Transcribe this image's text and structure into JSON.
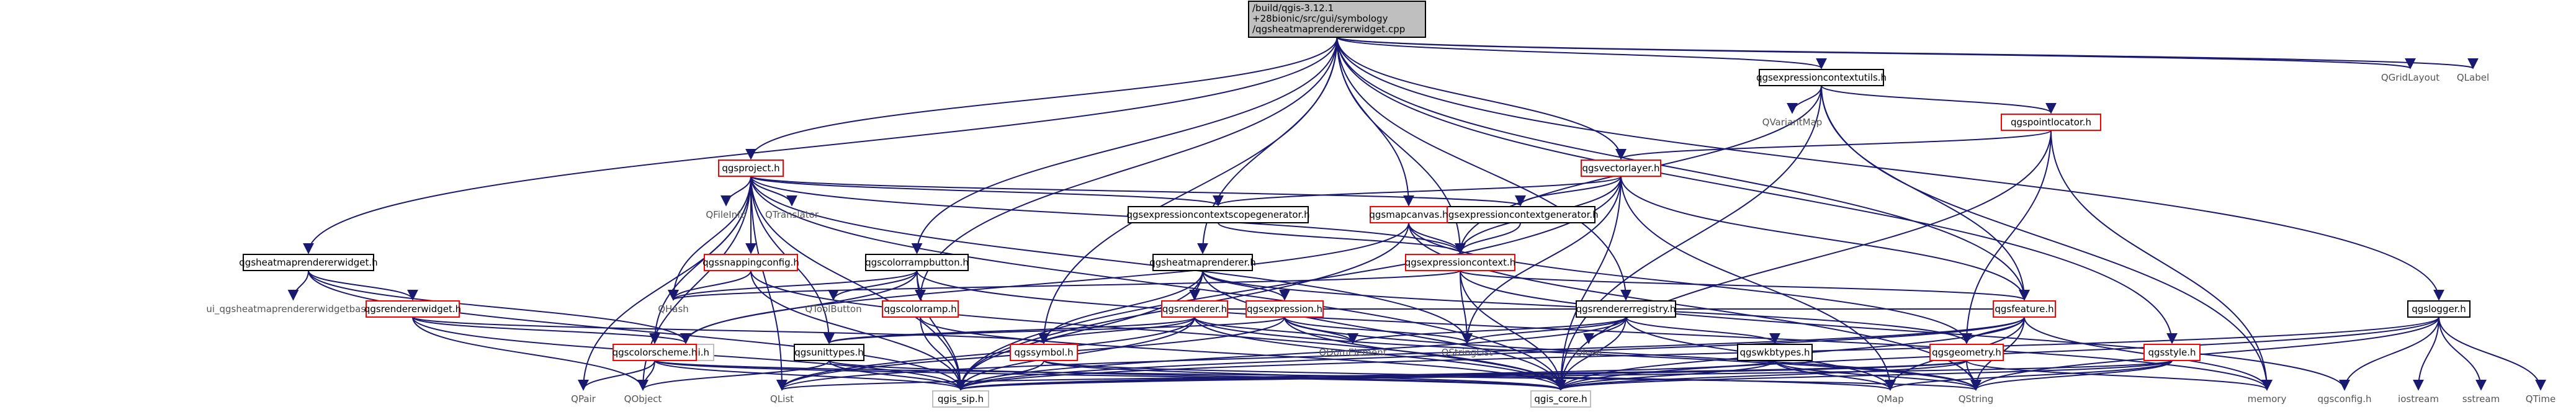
{
  "graph": {
    "root": {
      "id": "root",
      "lines": [
        "/build/qgis-3.12.1",
        "+28bionic/src/gui/symbology",
        "/qgsheatmaprendererwidget.cpp"
      ]
    },
    "nodes": [
      {
        "id": "qgsexpressioncontextutils",
        "label": "qgsexpressioncontextutils.h",
        "style": "plain"
      },
      {
        "id": "QGridLayout",
        "label": "QGridLayout",
        "style": "ext"
      },
      {
        "id": "QLabel",
        "label": "QLabel",
        "style": "ext"
      },
      {
        "id": "QVariantMap",
        "label": "QVariantMap",
        "style": "ext"
      },
      {
        "id": "qgspointlocator",
        "label": "qgspointlocator.h",
        "style": "red"
      },
      {
        "id": "qgsvectorlayer",
        "label": "qgsvectorlayer.h",
        "style": "red"
      },
      {
        "id": "qgsproject",
        "label": "qgsproject.h",
        "style": "red"
      },
      {
        "id": "QFileInfo",
        "label": "QFileInfo",
        "style": "ext"
      },
      {
        "id": "QTranslator",
        "label": "QTranslator",
        "style": "ext"
      },
      {
        "id": "qgsexpressioncontextscopegenerator",
        "label": "qgsexpressioncontextscopegenerator.h",
        "style": "plain"
      },
      {
        "id": "qgsexpressioncontextgenerator",
        "label": "qgsexpressioncontextgenerator.h",
        "style": "plain"
      },
      {
        "id": "qgsmapcanvas",
        "label": "qgsmapcanvas.h",
        "style": "red"
      },
      {
        "id": "qgsheatmaprendererwidget",
        "label": "qgsheatmaprendererwidget.h",
        "style": "plain"
      },
      {
        "id": "qgssnappingconfig",
        "label": "qgssnappingconfig.h",
        "style": "red"
      },
      {
        "id": "qgscolorrampbutton",
        "label": "qgscolorrampbutton.h",
        "style": "plain"
      },
      {
        "id": "qgsheatmaprenderer",
        "label": "qgsheatmaprenderer.h",
        "style": "plain"
      },
      {
        "id": "qgsexpressioncontext",
        "label": "qgsexpressioncontext.h",
        "style": "red"
      },
      {
        "id": "qgsrendererregistry",
        "label": "qgsrendererregistry.h",
        "style": "plain"
      },
      {
        "id": "qgsfeature",
        "label": "qgsfeature.h",
        "style": "red"
      },
      {
        "id": "qgslogger",
        "label": "qgslogger.h",
        "style": "plain"
      },
      {
        "id": "ui_qgsheatmaprendererwidgetbase",
        "label": "ui_qgsheatmaprendererwidgetbase.h",
        "style": "ext"
      },
      {
        "id": "qgsrendererwidget",
        "label": "qgsrendererwidget.h",
        "style": "red"
      },
      {
        "id": "QHash",
        "label": "QHash",
        "style": "ext"
      },
      {
        "id": "QToolButton",
        "label": "QToolButton",
        "style": "ext"
      },
      {
        "id": "qgscolorramp",
        "label": "qgscolorramp.h",
        "style": "red"
      },
      {
        "id": "qgsrenderer",
        "label": "qgsrenderer.h",
        "style": "red"
      },
      {
        "id": "qgsexpression",
        "label": "qgsexpression.h",
        "style": "red"
      },
      {
        "id": "QStringList",
        "label": "QStringList",
        "style": "ext"
      },
      {
        "id": "QIcon",
        "label": "QIcon",
        "style": "ext"
      },
      {
        "id": "QDomElement",
        "label": "QDomElement",
        "style": "ext"
      },
      {
        "id": "qgswkbtypes",
        "label": "qgswkbtypes.h",
        "style": "plain"
      },
      {
        "id": "qgsgeometry",
        "label": "qgsgeometry.h",
        "style": "red"
      },
      {
        "id": "qgsstyle",
        "label": "qgsstyle.h",
        "style": "red"
      },
      {
        "id": "qgis_gui",
        "label": "qgis_gui.h",
        "style": "grey"
      },
      {
        "id": "qgssymbol",
        "label": "qgssymbol.h",
        "style": "red"
      },
      {
        "id": "qgscolorscheme",
        "label": "qgscolorscheme.h",
        "style": "red"
      },
      {
        "id": "qgsunittypes",
        "label": "qgsunittypes.h",
        "style": "plain"
      },
      {
        "id": "QPair",
        "label": "QPair",
        "style": "ext"
      },
      {
        "id": "QObject",
        "label": "QObject",
        "style": "ext"
      },
      {
        "id": "QList",
        "label": "QList",
        "style": "ext"
      },
      {
        "id": "qgis_sip",
        "label": "qgis_sip.h",
        "style": "grey"
      },
      {
        "id": "qgis_core",
        "label": "qgis_core.h",
        "style": "grey"
      },
      {
        "id": "QMap",
        "label": "QMap",
        "style": "ext"
      },
      {
        "id": "QString",
        "label": "QString",
        "style": "ext"
      },
      {
        "id": "memory",
        "label": "memory",
        "style": "ext"
      },
      {
        "id": "qgsconfig",
        "label": "qgsconfig.h",
        "style": "ext"
      },
      {
        "id": "iostream",
        "label": "iostream",
        "style": "ext"
      },
      {
        "id": "sstream",
        "label": "sstream",
        "style": "ext"
      },
      {
        "id": "QTime",
        "label": "QTime",
        "style": "ext"
      }
    ],
    "edges": [
      [
        "root",
        "qgsexpressioncontextutils"
      ],
      [
        "root",
        "QGridLayout"
      ],
      [
        "root",
        "QLabel"
      ],
      [
        "root",
        "qgsvectorlayer"
      ],
      [
        "root",
        "qgsproject"
      ],
      [
        "root",
        "qgsmapcanvas"
      ],
      [
        "root",
        "qgsheatmaprendererwidget"
      ],
      [
        "root",
        "qgscolorrampbutton"
      ],
      [
        "root",
        "qgsheatmaprenderer"
      ],
      [
        "root",
        "qgsrendererregistry"
      ],
      [
        "root",
        "qgsfeature"
      ],
      [
        "root",
        "qgslogger"
      ],
      [
        "root",
        "qgssymbol"
      ],
      [
        "root",
        "qgscolorramp"
      ],
      [
        "root",
        "qgsexpressioncontext"
      ],
      [
        "root",
        "qgsstyle"
      ],
      [
        "qgsexpressioncontextutils",
        "QVariantMap"
      ],
      [
        "qgsexpressioncontextutils",
        "qgspointlocator"
      ],
      [
        "qgsexpressioncontextutils",
        "qgsexpressioncontext"
      ],
      [
        "qgsexpressioncontextutils",
        "qgis_core"
      ],
      [
        "qgsexpressioncontextutils",
        "qgsfeature"
      ],
      [
        "qgsexpressioncontextutils",
        "memory"
      ],
      [
        "qgspointlocator",
        "qgsvectorlayer"
      ],
      [
        "qgspointlocator",
        "qgsgeometry"
      ],
      [
        "qgspointlocator",
        "qgis_core"
      ],
      [
        "qgspointlocator",
        "memory"
      ],
      [
        "qgsvectorlayer",
        "qgsexpressioncontextscopegenerator"
      ],
      [
        "qgsvectorlayer",
        "qgsexpressioncontextgenerator"
      ],
      [
        "qgsvectorlayer",
        "qgsexpressioncontext"
      ],
      [
        "qgsvectorlayer",
        "qgsfeature"
      ],
      [
        "qgsvectorlayer",
        "QStringList"
      ],
      [
        "qgsvectorlayer",
        "qgis_core"
      ],
      [
        "qgsvectorlayer",
        "qgis_sip"
      ],
      [
        "qgsvectorlayer",
        "QMap"
      ],
      [
        "qgsproject",
        "QFileInfo"
      ],
      [
        "qgsproject",
        "QTranslator"
      ],
      [
        "qgsproject",
        "qgsexpressioncontextscopegenerator"
      ],
      [
        "qgsproject",
        "qgsexpressioncontextgenerator"
      ],
      [
        "qgsproject",
        "qgssnappingconfig"
      ],
      [
        "qgsproject",
        "QHash"
      ],
      [
        "qgsproject",
        "QList"
      ],
      [
        "qgsproject",
        "QObject"
      ],
      [
        "qgsproject",
        "QPair"
      ],
      [
        "qgsproject",
        "qgis_sip"
      ],
      [
        "qgsproject",
        "qgis_core"
      ],
      [
        "qgsproject",
        "QStringList"
      ],
      [
        "qgsproject",
        "qgscolorscheme"
      ],
      [
        "qgsproject",
        "qgsunittypes"
      ],
      [
        "qgsproject",
        "qgsexpressioncontext"
      ],
      [
        "qgsexpressioncontextscopegenerator",
        "qgsexpressioncontext"
      ],
      [
        "qgsexpressioncontextgenerator",
        "qgsexpressioncontext"
      ],
      [
        "qgsmapcanvas",
        "qgsexpressioncontext"
      ],
      [
        "qgsmapcanvas",
        "qgis_gui"
      ],
      [
        "qgsmapcanvas",
        "qgsgeometry"
      ],
      [
        "qgsmapcanvas",
        "qgis_sip"
      ],
      [
        "qgsmapcanvas",
        "QString"
      ],
      [
        "qgsheatmaprendererwidget",
        "ui_qgsheatmaprendererwidgetbase"
      ],
      [
        "qgsheatmaprendererwidget",
        "qgsrendererwidget"
      ],
      [
        "qgsheatmaprendererwidget",
        "qgis_sip"
      ],
      [
        "qgsheatmaprendererwidget",
        "qgis_gui"
      ],
      [
        "qgssnappingconfig",
        "QHash"
      ],
      [
        "qgssnappingconfig",
        "qgis_core"
      ],
      [
        "qgssnappingconfig",
        "qgis_sip"
      ],
      [
        "qgscolorrampbutton",
        "QToolButton"
      ],
      [
        "qgscolorrampbutton",
        "qgscolorramp"
      ],
      [
        "qgscolorrampbutton",
        "qgis_gui"
      ],
      [
        "qgscolorrampbutton",
        "qgis_sip"
      ],
      [
        "qgscolorrampbutton",
        "memory"
      ],
      [
        "qgscolorrampbutton",
        "QHash"
      ],
      [
        "qgsheatmaprenderer",
        "qgsrenderer"
      ],
      [
        "qgsheatmaprenderer",
        "qgsexpression"
      ],
      [
        "qgsheatmaprenderer",
        "qgssymbol"
      ],
      [
        "qgsheatmaprenderer",
        "qgis_core"
      ],
      [
        "qgsheatmaprenderer",
        "qgis_sip"
      ],
      [
        "qgsheatmaprenderer",
        "qgsgeometry"
      ],
      [
        "qgsexpressioncontext",
        "QHash"
      ],
      [
        "qgsexpressioncontext",
        "QStringList"
      ],
      [
        "qgsexpressioncontext",
        "qgsfeature"
      ],
      [
        "qgsexpressioncontext",
        "qgis_core"
      ],
      [
        "qgsexpressioncontext",
        "QSet"
      ],
      [
        "qgsexpressioncontext",
        "qgsconfig"
      ],
      [
        "qgsrendererregistry",
        "QIcon"
      ],
      [
        "qgsrendererregistry",
        "QMap"
      ],
      [
        "qgsrendererregistry",
        "QStringList"
      ],
      [
        "qgsrendererregistry",
        "QDomElement"
      ],
      [
        "qgsrendererregistry",
        "qgswkbtypes"
      ],
      [
        "qgsrendererregistry",
        "qgis_core"
      ],
      [
        "qgsrendererregistry",
        "qgis_sip"
      ],
      [
        "qgsfeature",
        "qgsgeometry"
      ],
      [
        "qgsfeature",
        "QMap"
      ],
      [
        "qgsfeature",
        "QString"
      ],
      [
        "qgsfeature",
        "QList"
      ],
      [
        "qgsfeature",
        "qgis_core"
      ],
      [
        "qgsfeature",
        "qgis_sip"
      ],
      [
        "qgsfeature",
        "memory"
      ],
      [
        "qgslogger",
        "qgsconfig"
      ],
      [
        "qgslogger",
        "iostream"
      ],
      [
        "qgslogger",
        "sstream"
      ],
      [
        "qgslogger",
        "QString"
      ],
      [
        "qgslogger",
        "QTime"
      ],
      [
        "qgslogger",
        "qgis_core"
      ],
      [
        "qgslogger",
        "qgis_sip"
      ],
      [
        "qgsrendererwidget",
        "qgis_gui"
      ],
      [
        "qgsrendererwidget",
        "qgssymbol"
      ],
      [
        "qgsrendererwidget",
        "QObject"
      ],
      [
        "qgsrendererwidget",
        "qgis_sip"
      ],
      [
        "qgscolorramp",
        "qgis_core"
      ],
      [
        "qgscolorramp",
        "qgis_sip"
      ],
      [
        "qgsrenderer",
        "qgis_core"
      ],
      [
        "qgsrenderer",
        "qgis_sip"
      ],
      [
        "qgsrenderer",
        "QList"
      ],
      [
        "qgsrenderer",
        "QString"
      ],
      [
        "qgsrenderer",
        "QDomElement"
      ],
      [
        "qgsrenderer",
        "qgssymbol"
      ],
      [
        "qgsrenderer",
        "qgsfeature"
      ],
      [
        "qgsrenderer",
        "qgsunittypes"
      ],
      [
        "qgsexpression",
        "qgis_core"
      ],
      [
        "qgsexpression",
        "QStringList"
      ],
      [
        "qgsexpression",
        "QDomElement"
      ],
      [
        "qgsexpression",
        "qgsunittypes"
      ],
      [
        "qgsexpression",
        "QList"
      ],
      [
        "qgsexpression",
        "QString"
      ],
      [
        "qgswkbtypes",
        "QString"
      ],
      [
        "qgswkbtypes",
        "QMap"
      ],
      [
        "qgswkbtypes",
        "qgis_core"
      ],
      [
        "qgswkbtypes",
        "qgis_sip"
      ],
      [
        "qgsgeometry",
        "QString"
      ],
      [
        "qgsgeometry",
        "QSet"
      ],
      [
        "qgsgeometry",
        "qgis_core"
      ],
      [
        "qgsgeometry",
        "qgis_sip"
      ],
      [
        "qgsgeometry",
        "memory"
      ],
      [
        "qgsgeometry",
        "QList"
      ],
      [
        "qgsstyle",
        "qgis_core"
      ],
      [
        "qgsstyle",
        "qgis_sip"
      ],
      [
        "qgsstyle",
        "QString"
      ],
      [
        "qgsstyle",
        "QMap"
      ],
      [
        "qgssymbol",
        "qgis_core"
      ],
      [
        "qgssymbol",
        "qgis_sip"
      ],
      [
        "qgssymbol",
        "QMap"
      ],
      [
        "qgscolorscheme",
        "QString"
      ],
      [
        "qgscolorscheme",
        "QPair"
      ],
      [
        "qgscolorscheme",
        "QObject"
      ],
      [
        "qgscolorscheme",
        "qgis_sip"
      ],
      [
        "qgscolorscheme",
        "qgis_core"
      ],
      [
        "qgsunittypes",
        "qgis_core"
      ],
      [
        "qgsunittypes",
        "qgis_sip"
      ],
      [
        "qgsunittypes",
        "QObject"
      ]
    ]
  }
}
